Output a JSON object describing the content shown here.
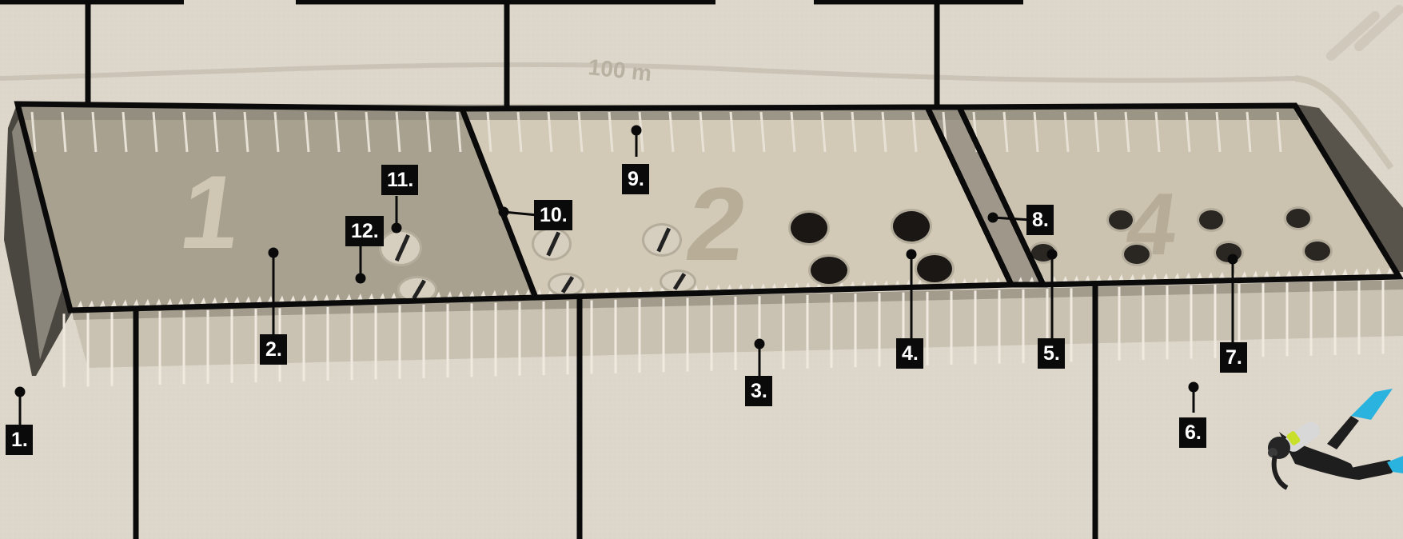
{
  "scale_label": "100 m",
  "section_numbers": [
    "1",
    "2",
    "4"
  ],
  "callouts": [
    {
      "id": "1",
      "label": "1."
    },
    {
      "id": "2",
      "label": "2."
    },
    {
      "id": "3",
      "label": "3."
    },
    {
      "id": "4",
      "label": "4."
    },
    {
      "id": "5",
      "label": "5."
    },
    {
      "id": "6",
      "label": "6."
    },
    {
      "id": "7",
      "label": "7."
    },
    {
      "id": "8",
      "label": "8."
    },
    {
      "id": "9",
      "label": "9."
    },
    {
      "id": "10",
      "label": "10."
    },
    {
      "id": "11",
      "label": "11."
    },
    {
      "id": "12",
      "label": "12."
    }
  ],
  "colors": {
    "seabed": "#ddd6ca",
    "section_1_floor": "#a8a190",
    "section_2_floor": "#d2c9b7",
    "section_4_floor": "#cbc2b0",
    "outline": "#0a0a0a",
    "badge_bg": "#0a0a0a",
    "badge_text": "#ffffff",
    "diver_fins": "#2bb3e0"
  }
}
